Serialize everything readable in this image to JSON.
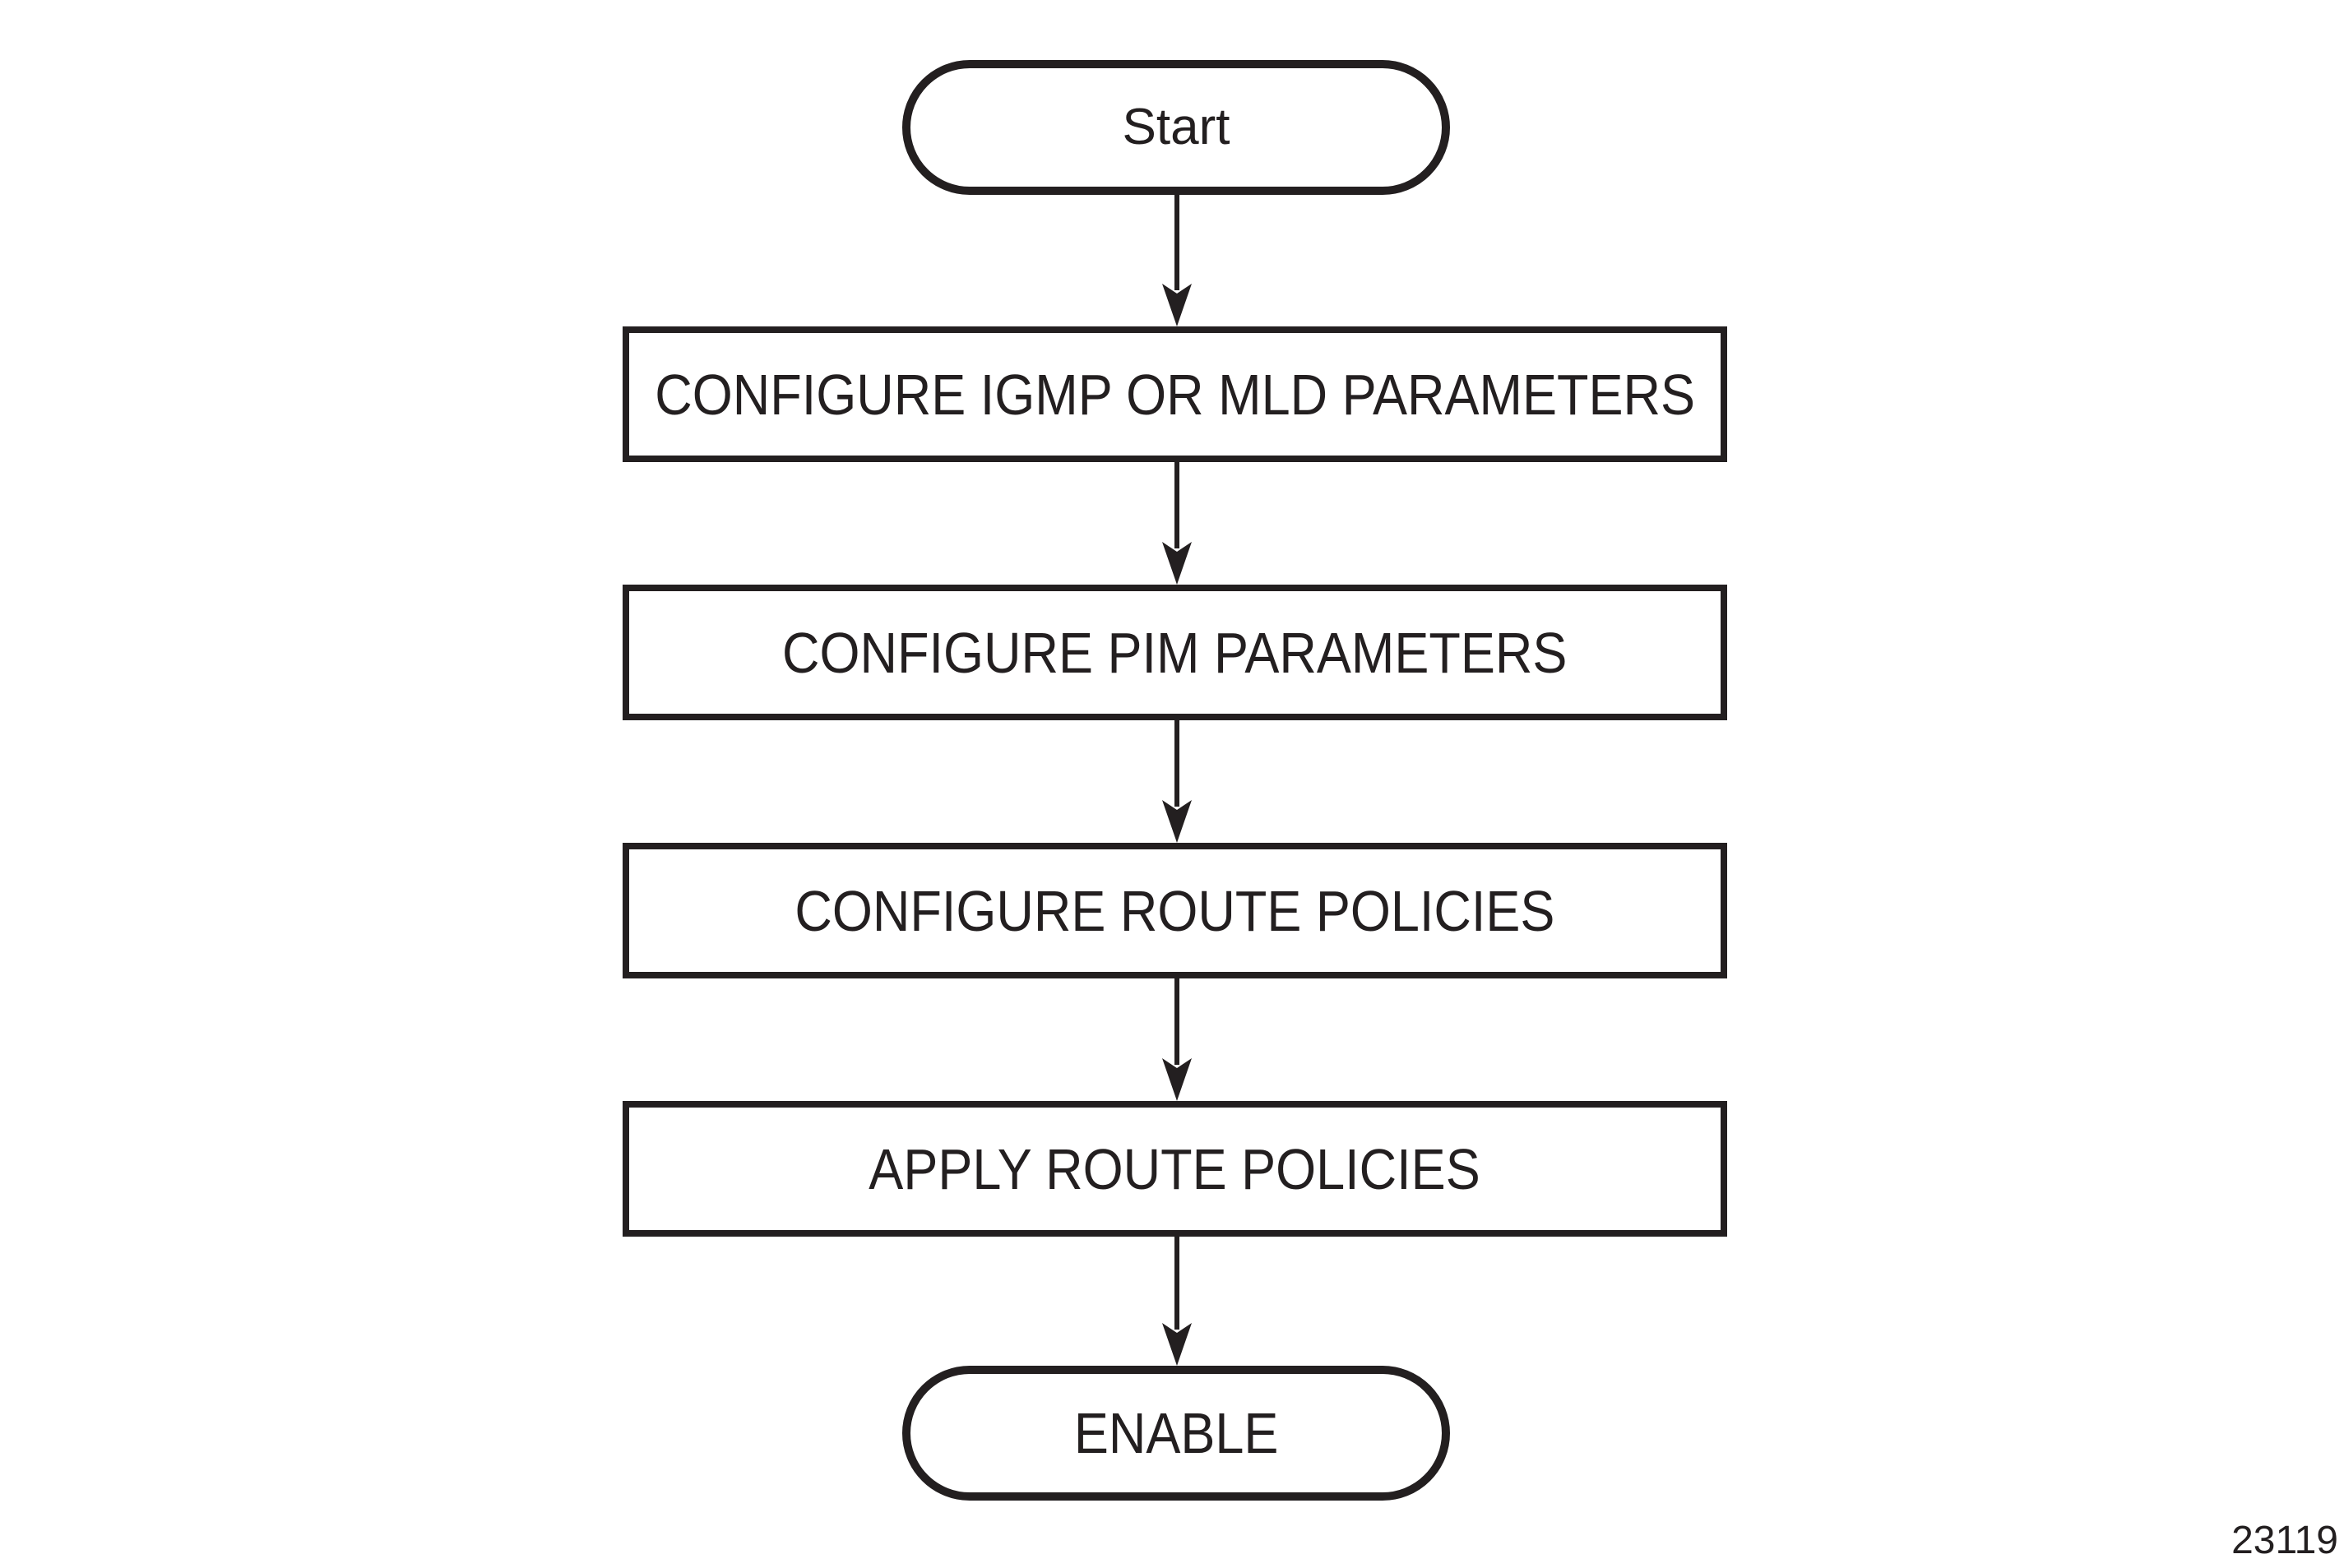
{
  "diagram": {
    "figure_number": "23119",
    "colors": {
      "ink": "#231f20",
      "background": "#ffffff"
    },
    "nodes": [
      {
        "id": "start",
        "shape": "terminator",
        "label": "Start"
      },
      {
        "id": "configure-igmp-mld",
        "shape": "process",
        "label": "CONFIGURE IGMP OR MLD PARAMETERS"
      },
      {
        "id": "configure-pim",
        "shape": "process",
        "label": "CONFIGURE PIM PARAMETERS"
      },
      {
        "id": "configure-route-policies",
        "shape": "process",
        "label": "CONFIGURE ROUTE POLICIES"
      },
      {
        "id": "apply-route-policies",
        "shape": "process",
        "label": "APPLY ROUTE POLICIES"
      },
      {
        "id": "enable",
        "shape": "terminator",
        "label": "ENABLE"
      }
    ],
    "edges": [
      {
        "from": "start",
        "to": "configure-igmp-mld"
      },
      {
        "from": "configure-igmp-mld",
        "to": "configure-pim"
      },
      {
        "from": "configure-pim",
        "to": "configure-route-policies"
      },
      {
        "from": "configure-route-policies",
        "to": "apply-route-policies"
      },
      {
        "from": "apply-route-policies",
        "to": "enable"
      }
    ]
  }
}
